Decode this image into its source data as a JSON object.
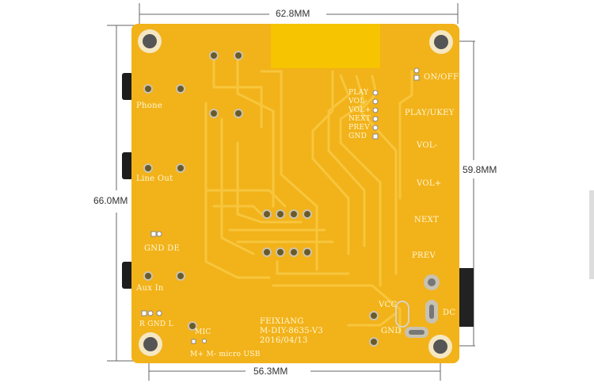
{
  "dimensions": {
    "top_width": "62.8MM",
    "left_height": "66.0MM",
    "right_height": "59.8MM",
    "bottom_width": "56.3MM"
  },
  "board": {
    "color": "#f2b21a",
    "trace_color": "#f7c63d",
    "labels": {
      "phone": "Phone",
      "line_out": "Line Out",
      "gnd_de": "GND  DE",
      "aux_in": "Aux In",
      "r_gnd_l": "R GND L",
      "mic": "MIC",
      "m_plus_minus": "M+ M- micro USB",
      "maker": "FEIXIANG",
      "model": "M-DIY-8635-V3",
      "date": "2016/04/13",
      "on_off": "ON/OFF",
      "play_ukey": "PLAY/UKEY",
      "vol_minus": "VOL-",
      "vol_plus": "VOL+",
      "next": "NEXT",
      "prev": "PREV",
      "vcc": "VCC",
      "dc": "DC",
      "gnd": "GND"
    },
    "header_pins": [
      "PLAY",
      "VOL-",
      "VOL+",
      "NEXT",
      "PREV",
      "GND"
    ]
  }
}
